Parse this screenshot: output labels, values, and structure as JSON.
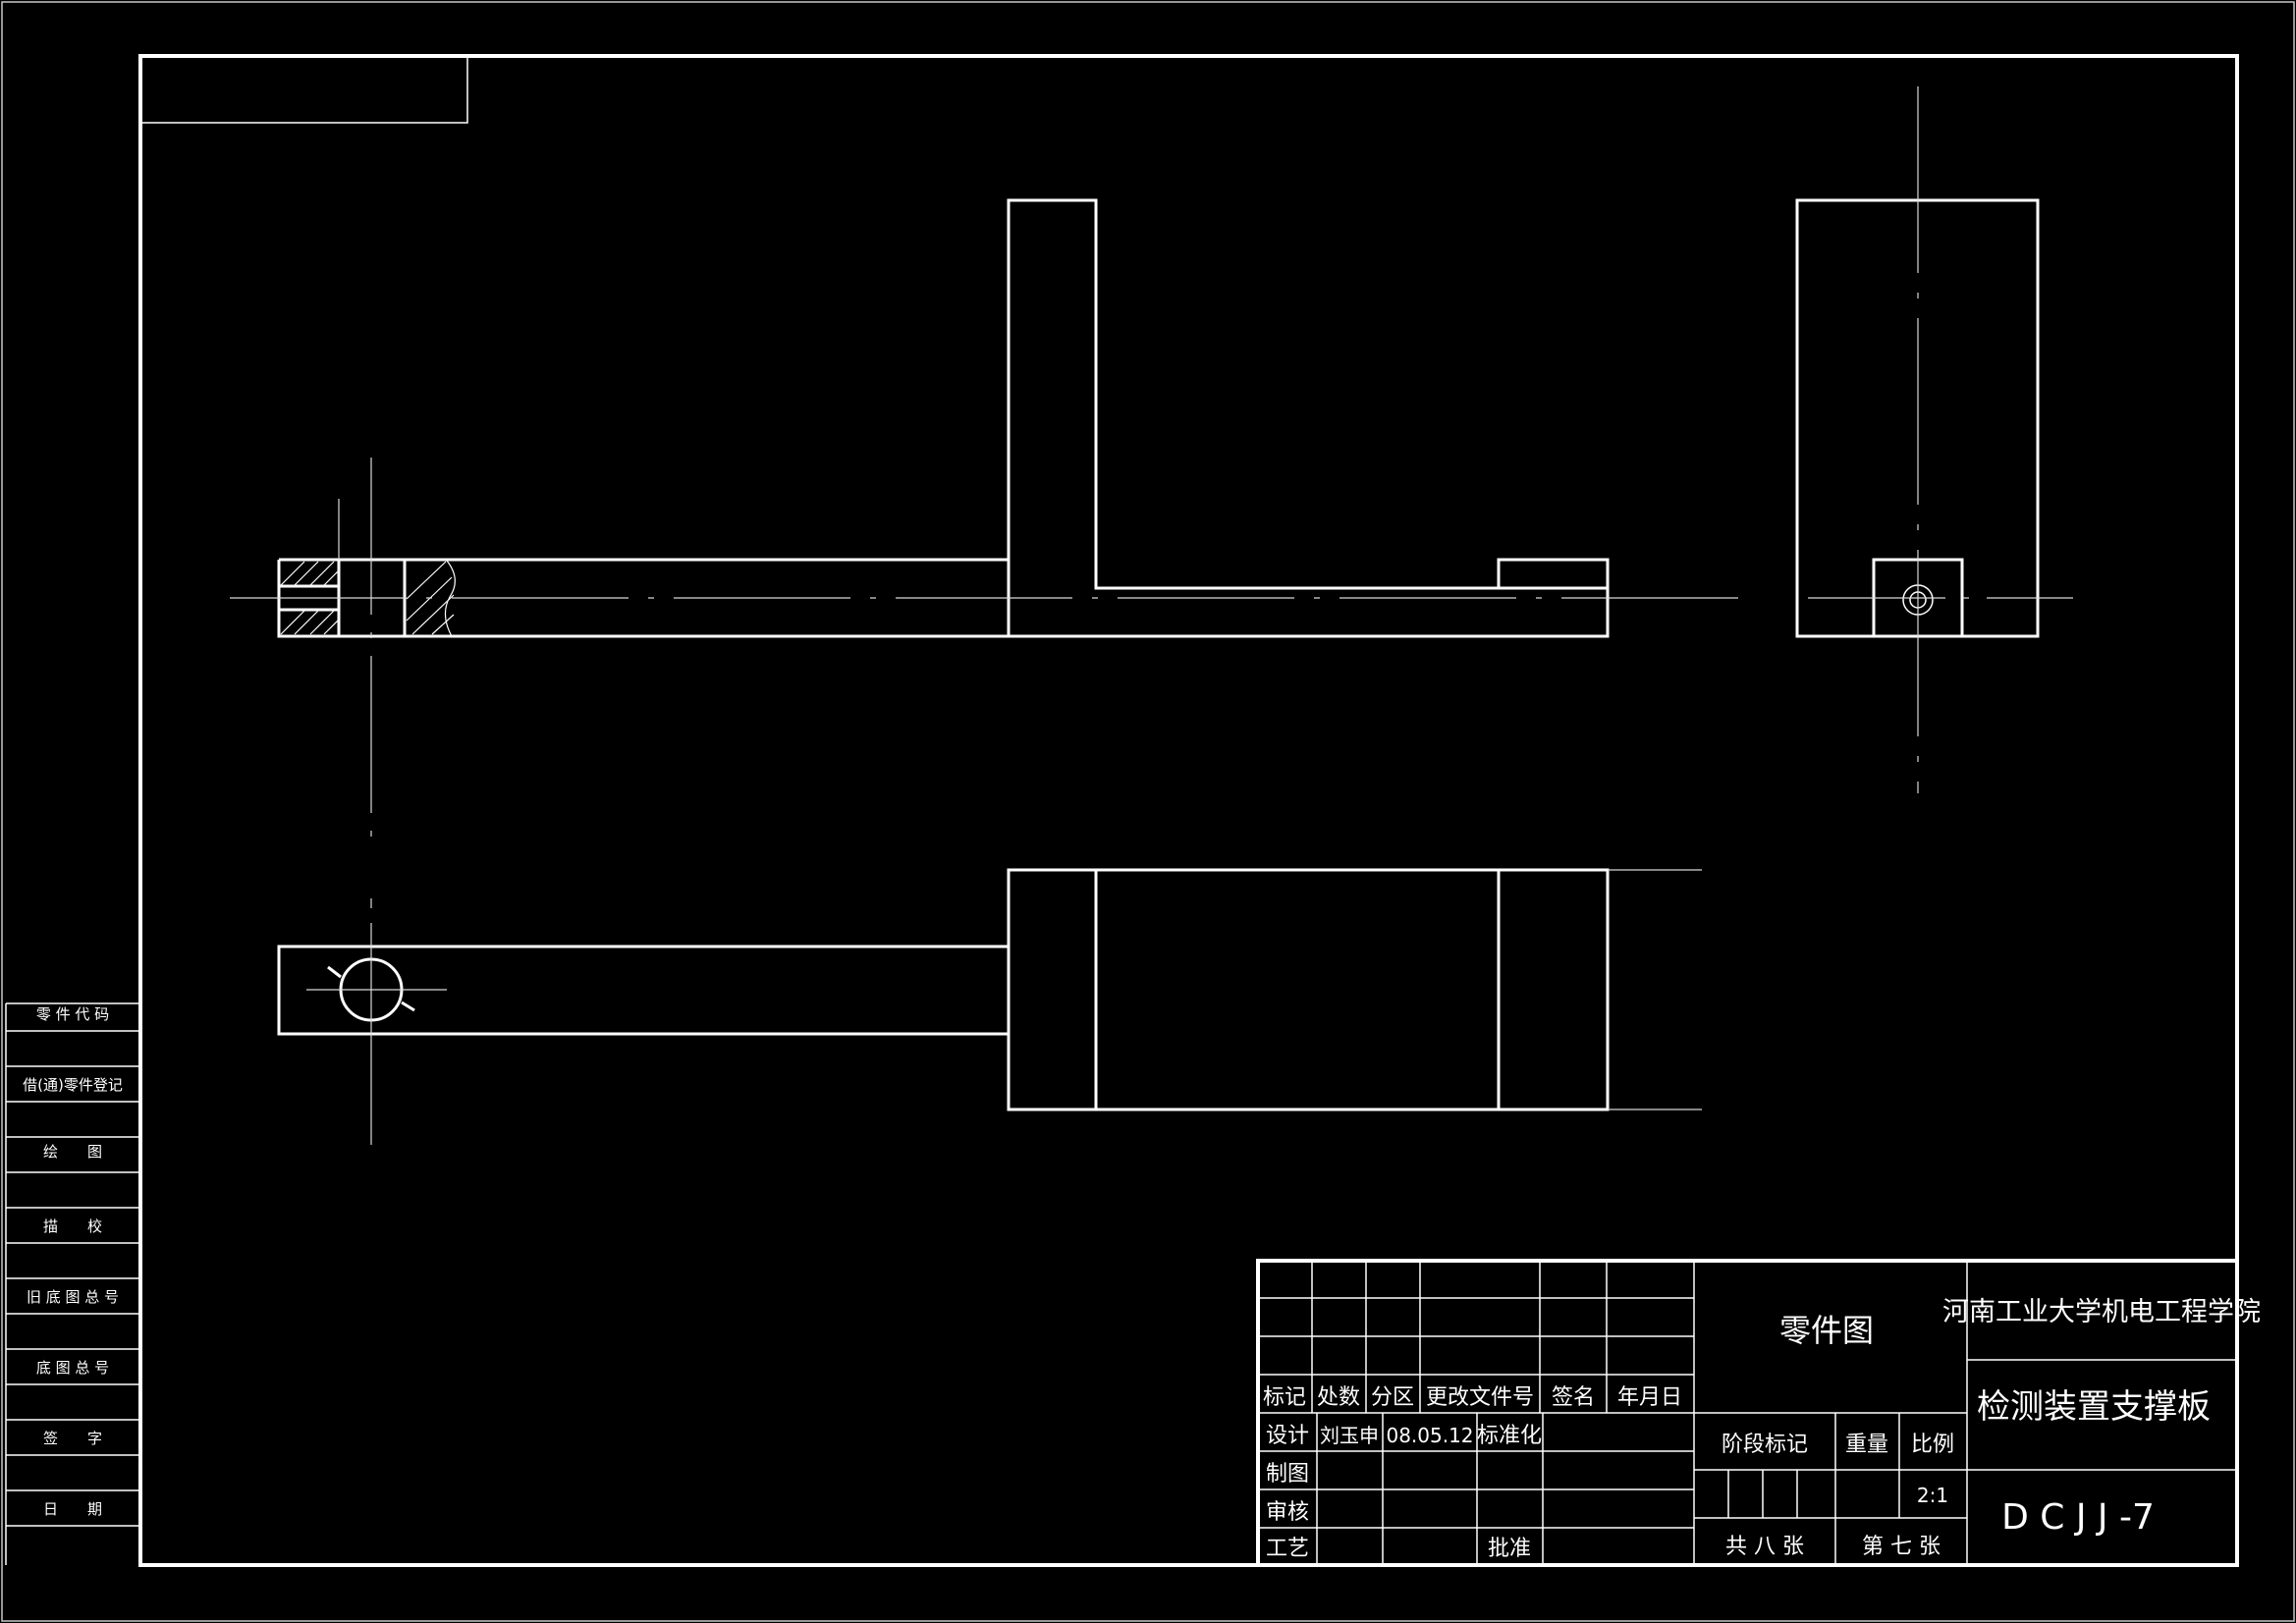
{
  "colors": {
    "background": "#000000",
    "line": "#ffffff",
    "thin": "#d8d8d8"
  },
  "side_panel": {
    "rows": [
      "零 件 代 码",
      "借(通)零件登记",
      "绘　　图",
      "描　　校",
      "旧 底 图 总 号",
      "底 图 总 号",
      "签　　字",
      "日　　期"
    ]
  },
  "title_block": {
    "revision_headers": [
      "标记",
      "处数",
      "分区",
      "更改文件号",
      "签名",
      "年月日"
    ],
    "roles": [
      "设计",
      "制图",
      "审核",
      "工艺"
    ],
    "designer": "刘玉申",
    "design_date": "08.05.12",
    "standardization_label": "标准化",
    "approval_label": "批准",
    "drawing_type": "零件图",
    "stage_label": "阶段标记",
    "weight_label": "重量",
    "scale_label": "比例",
    "scale_value": "2:1",
    "total_sheets": "共 八 张",
    "sheet_number": "第 七 张",
    "institution": "河南工业大学机电工程学院",
    "part_name": "检测装置支撑板",
    "drawing_number": "D C J J -7"
  }
}
